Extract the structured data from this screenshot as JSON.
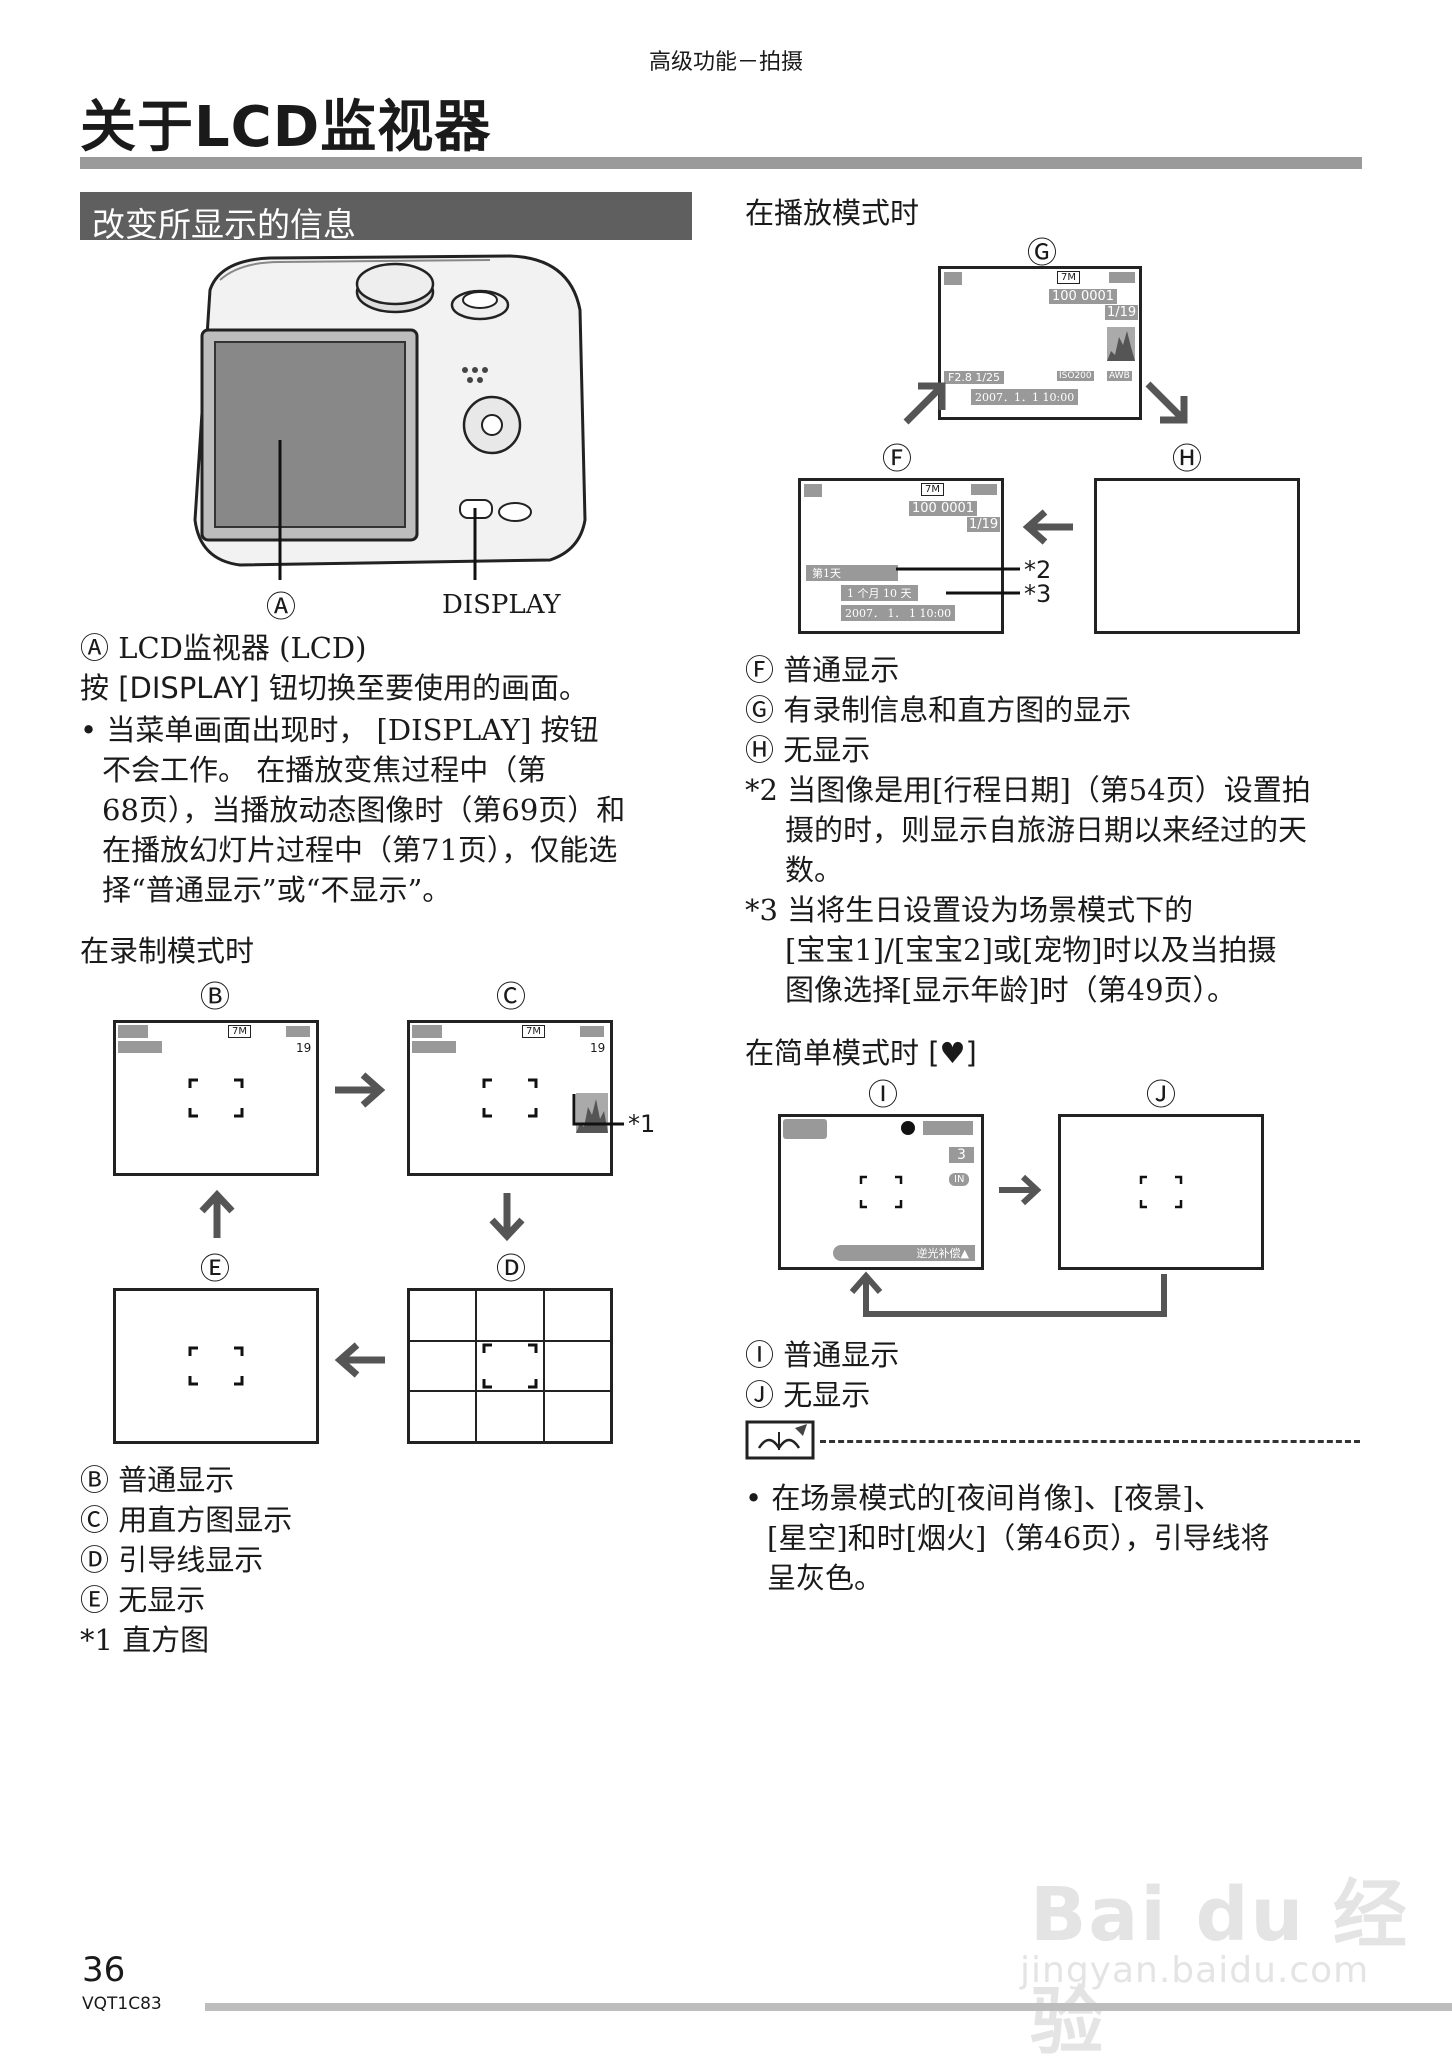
{
  "header": {
    "category": "高级功能－拍摄",
    "title": "关于LCD监视器"
  },
  "section": {
    "title": "改变所显示的信息"
  },
  "camera_figure": {
    "marker_a": "Ⓐ",
    "display_label": "DISPLAY"
  },
  "left_text": {
    "lcd_caption": "Ⓐ LCD监视器 (LCD)",
    "instruction": "按 [DISPLAY] 钮切换至要使用的画面。",
    "note_lines": [
      "• 当菜单画面出现时， [DISPLAY] 按钮",
      "不会工作。 在播放变焦过程中（第",
      "68页），当播放动态图像时（第69页）和",
      "在播放幻灯片过程中（第71页），仅能选",
      "择“普通显示”或“不显示”。"
    ]
  },
  "record_mode": {
    "heading": "在录制模式时",
    "markers": {
      "b": "Ⓑ",
      "c": "Ⓒ",
      "d": "Ⓓ",
      "e": "Ⓔ"
    },
    "screen_text": {
      "size": "7M",
      "count": "19",
      "asterisk1": "*1"
    },
    "captions": [
      "Ⓑ 普通显示",
      "Ⓒ 用直方图显示",
      "Ⓓ 引导线显示",
      "Ⓔ 无显示",
      "*1 直方图"
    ]
  },
  "playback_mode": {
    "heading": "在播放模式时",
    "markers": {
      "f": "Ⓕ",
      "g": "Ⓖ",
      "h": "Ⓗ"
    },
    "screen_g": {
      "size": "7M",
      "file": "100 0001",
      "count": "1/19",
      "exposure": "F2.8 1/25",
      "iso": "ISO200",
      "wb": "AWB",
      "date": "2007．1．1 10:00"
    },
    "screen_f": {
      "size": "7M",
      "file": "100 0001",
      "count": "1/19",
      "day": "第1天",
      "age": "1 个月 10 天",
      "date": "2007． 1． 1 10:00"
    },
    "asterisk2": "*2",
    "asterisk3": "*3",
    "captions": [
      "Ⓕ 普通显示",
      "Ⓖ 有录制信息和直方图的显示",
      "Ⓗ 无显示"
    ],
    "note2": [
      "*2 当图像是用[行程日期]（第54页）设置拍",
      "摄的时，则显示自旅游日期以来经过的天",
      "数。"
    ],
    "note3": [
      "*3 当将生日设置设为场景模式下的",
      "[宝宝1]/[宝宝2]或[宠物]时以及当拍摄",
      "图像选择[显示年龄]时（第49页）。"
    ]
  },
  "simple_mode": {
    "heading": "在简单模式时 [♥]",
    "markers": {
      "i": "Ⓘ",
      "j": "Ⓙ"
    },
    "screen_i": {
      "count": "3",
      "mem": "IN",
      "backlight": "逆光补偿▲"
    },
    "captions": [
      "Ⓘ 普通显示",
      "Ⓙ 无显示"
    ],
    "note": [
      "• 在场景模式的[夜间肖像]、[夜景]、",
      "[星空]和时[烟火]（第46页），引导线将",
      "呈灰色。"
    ]
  },
  "footer": {
    "page_number": "36",
    "model_code": "VQT1C83"
  },
  "watermark": {
    "brand": "Bai du 经验",
    "url": "jingyan.baidu.com"
  }
}
